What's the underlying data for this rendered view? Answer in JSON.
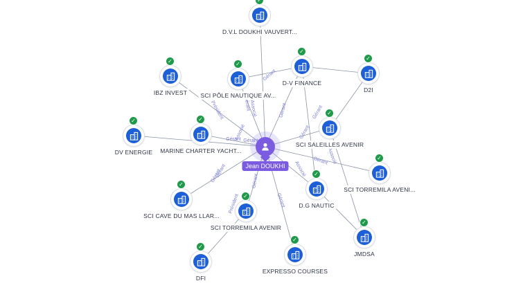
{
  "center": {
    "name": "Jean DOUKHI",
    "icon": "person-icon",
    "color": "#7b5ce0"
  },
  "nodes": [
    {
      "id": "dvl",
      "label": "D.V.L DOUKHI VAUVERT..."
    },
    {
      "id": "ibz",
      "label": "IBZ INVEST"
    },
    {
      "id": "pole",
      "label": "SCI PÔLE NAUTIQUE AV..."
    },
    {
      "id": "dvf",
      "label": "D-V FINANCE"
    },
    {
      "id": "d2i",
      "label": "D2I"
    },
    {
      "id": "dve",
      "label": "DV ENERGIE"
    },
    {
      "id": "marine",
      "label": "MARINE CHARTER YACHT..."
    },
    {
      "id": "saleilles",
      "label": "SCI SALEILLES AVENIR"
    },
    {
      "id": "torre1",
      "label": "SCI TORREMILA AVENI..."
    },
    {
      "id": "cave",
      "label": "SCI CAVE DU MAS LLAR..."
    },
    {
      "id": "dgn",
      "label": "D.G NAUTIC"
    },
    {
      "id": "torre2",
      "label": "SCI TORREMILA AVENIR"
    },
    {
      "id": "jmdsa",
      "label": "JMDSA"
    },
    {
      "id": "dfi",
      "label": "DFI"
    },
    {
      "id": "expresso",
      "label": "EXPRESSO COURSES"
    }
  ],
  "relations": [
    {
      "id": "r1",
      "text": "Gérant"
    },
    {
      "id": "r2",
      "text": "Président"
    },
    {
      "id": "r3",
      "text": "Gérant"
    },
    {
      "id": "r4",
      "text": "Associé"
    },
    {
      "id": "r5",
      "text": "Gérant"
    },
    {
      "id": "r6",
      "text": "Associé"
    },
    {
      "id": "r7",
      "text": "Gérant"
    },
    {
      "id": "r8",
      "text": "Gérant"
    },
    {
      "id": "r9",
      "text": "Gérant"
    },
    {
      "id": "r10",
      "text": "Associé"
    },
    {
      "id": "r11",
      "text": "Gérant"
    },
    {
      "id": "r12",
      "text": "Gérant"
    },
    {
      "id": "r13",
      "text": "Gérant"
    },
    {
      "id": "r14",
      "text": "Président"
    },
    {
      "id": "r15",
      "text": "Gérant"
    },
    {
      "id": "r16",
      "text": "Gérant"
    },
    {
      "id": "r17",
      "text": "Associé"
    },
    {
      "id": "r18",
      "text": "Gérant"
    }
  ],
  "colors": {
    "company": "#1d5fd6",
    "verified": "#1f9a4a",
    "edge": "#8a93a6",
    "relation": "#7d7fd6"
  }
}
